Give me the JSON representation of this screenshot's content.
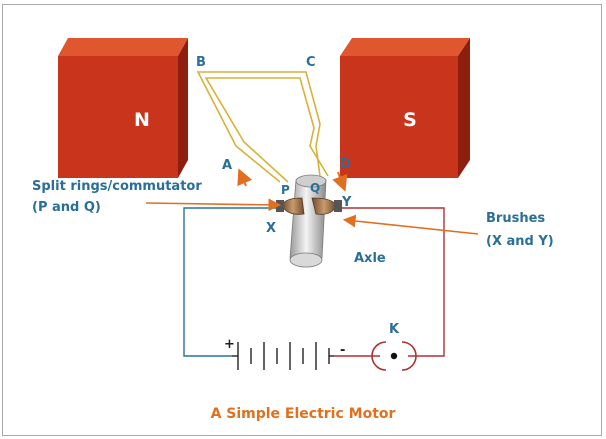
{
  "diagram": {
    "title": "A Simple Electric Motor",
    "magnets": {
      "north": "N",
      "south": "S"
    },
    "coil_points": {
      "a": "A",
      "b": "B",
      "c": "C",
      "d": "D"
    },
    "ring_labels": {
      "p": "P",
      "q": "Q"
    },
    "brush_labels": {
      "x": "X",
      "y": "Y"
    },
    "switch_label": "K",
    "battery_plus": "+",
    "battery_minus": "-",
    "axle": "Axle",
    "split_rings_line1": "Split rings/commutator",
    "split_rings_line2": "(P and Q)",
    "brushes_line1": "Brushes",
    "brushes_line2": "(X and Y)"
  },
  "colors": {
    "magnet_front": "#c9341c",
    "magnet_side": "#8e1f0e",
    "magnet_top": "#e0572f",
    "coil": "#d8b13a",
    "left_wire": "#2a6fa7",
    "right_wire": "#b03030",
    "arrow": "#e07020",
    "label_blue": "#2a6f97",
    "title": "#e0701e"
  },
  "icons": [
    "battery-icon",
    "switch-icon",
    "current-arrow-icon"
  ]
}
